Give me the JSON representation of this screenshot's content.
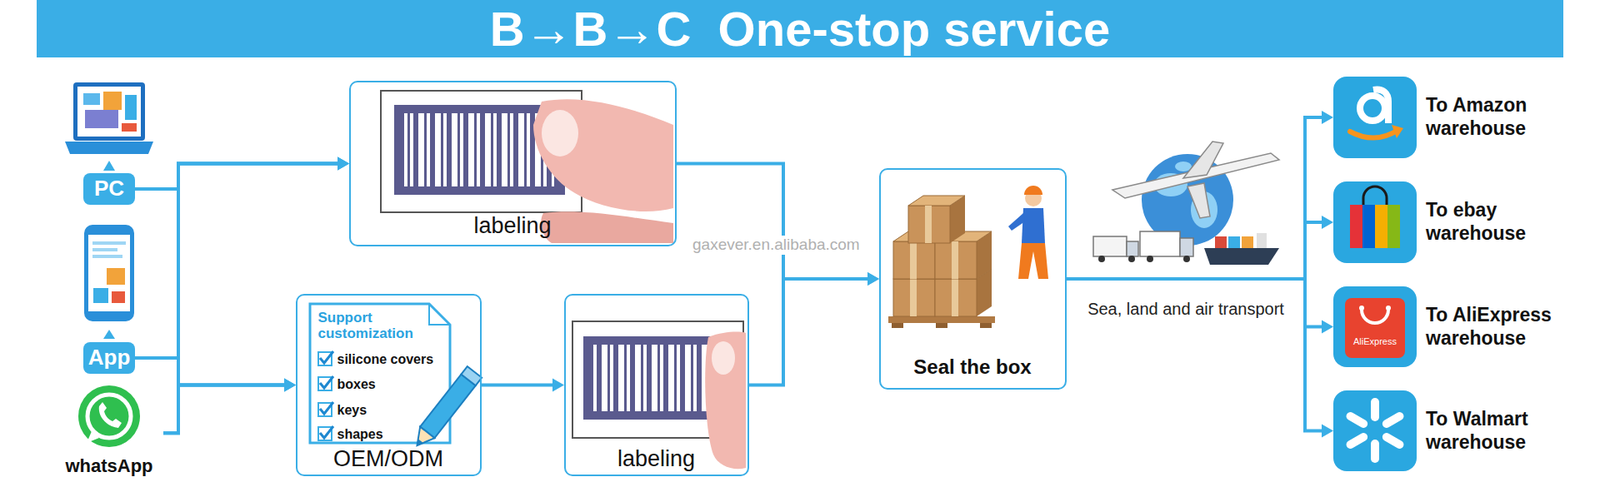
{
  "diagram": {
    "title": "B→B→C  One-stop service",
    "nodes": [
      {
        "text": [
          "PC"
        ]
      },
      {
        "text": [
          "App"
        ]
      },
      {
        "text": [
          "whatsApp"
        ]
      },
      {
        "text": [
          "labeling"
        ]
      },
      {
        "text": [
          "Support customization",
          "silicone covers",
          "boxes",
          "keys",
          "shapes",
          "OEM/ODM"
        ]
      },
      {
        "text": [
          "labeling"
        ]
      },
      {
        "text": [
          "Seal the box"
        ]
      },
      {
        "text": [
          "To Amazon warehouse"
        ]
      },
      {
        "text": [
          "To ebay warehouse"
        ]
      },
      {
        "text": [
          "To AliExpress warehouse"
        ]
      },
      {
        "text": [
          "To Walmart warehouse"
        ]
      }
    ],
    "edges": [
      {
        "from": 0,
        "to": 3,
        "arrow": "to"
      },
      {
        "from": 1,
        "to": 3,
        "arrow": "to"
      },
      {
        "from": 2,
        "to": 3,
        "arrow": "to"
      },
      {
        "from": 0,
        "to": 4,
        "arrow": "to"
      },
      {
        "from": 1,
        "to": 4,
        "arrow": "to"
      },
      {
        "from": 2,
        "to": 4,
        "arrow": "to"
      },
      {
        "from": 4,
        "to": 5,
        "arrow": "to"
      },
      {
        "from": 3,
        "to": 6,
        "arrow": "to"
      },
      {
        "from": 5,
        "to": 6,
        "arrow": "to"
      },
      {
        "from": 6,
        "to": 7,
        "label": "Sea, land and air transport",
        "arrow": "to"
      },
      {
        "from": 6,
        "to": 8,
        "arrow": "to"
      },
      {
        "from": 6,
        "to": 9,
        "arrow": "to"
      },
      {
        "from": 6,
        "to": 10,
        "arrow": "to"
      }
    ],
    "labels": [
      "gaxever.en.alibaba.com",
      "AliExpress"
    ]
  }
}
